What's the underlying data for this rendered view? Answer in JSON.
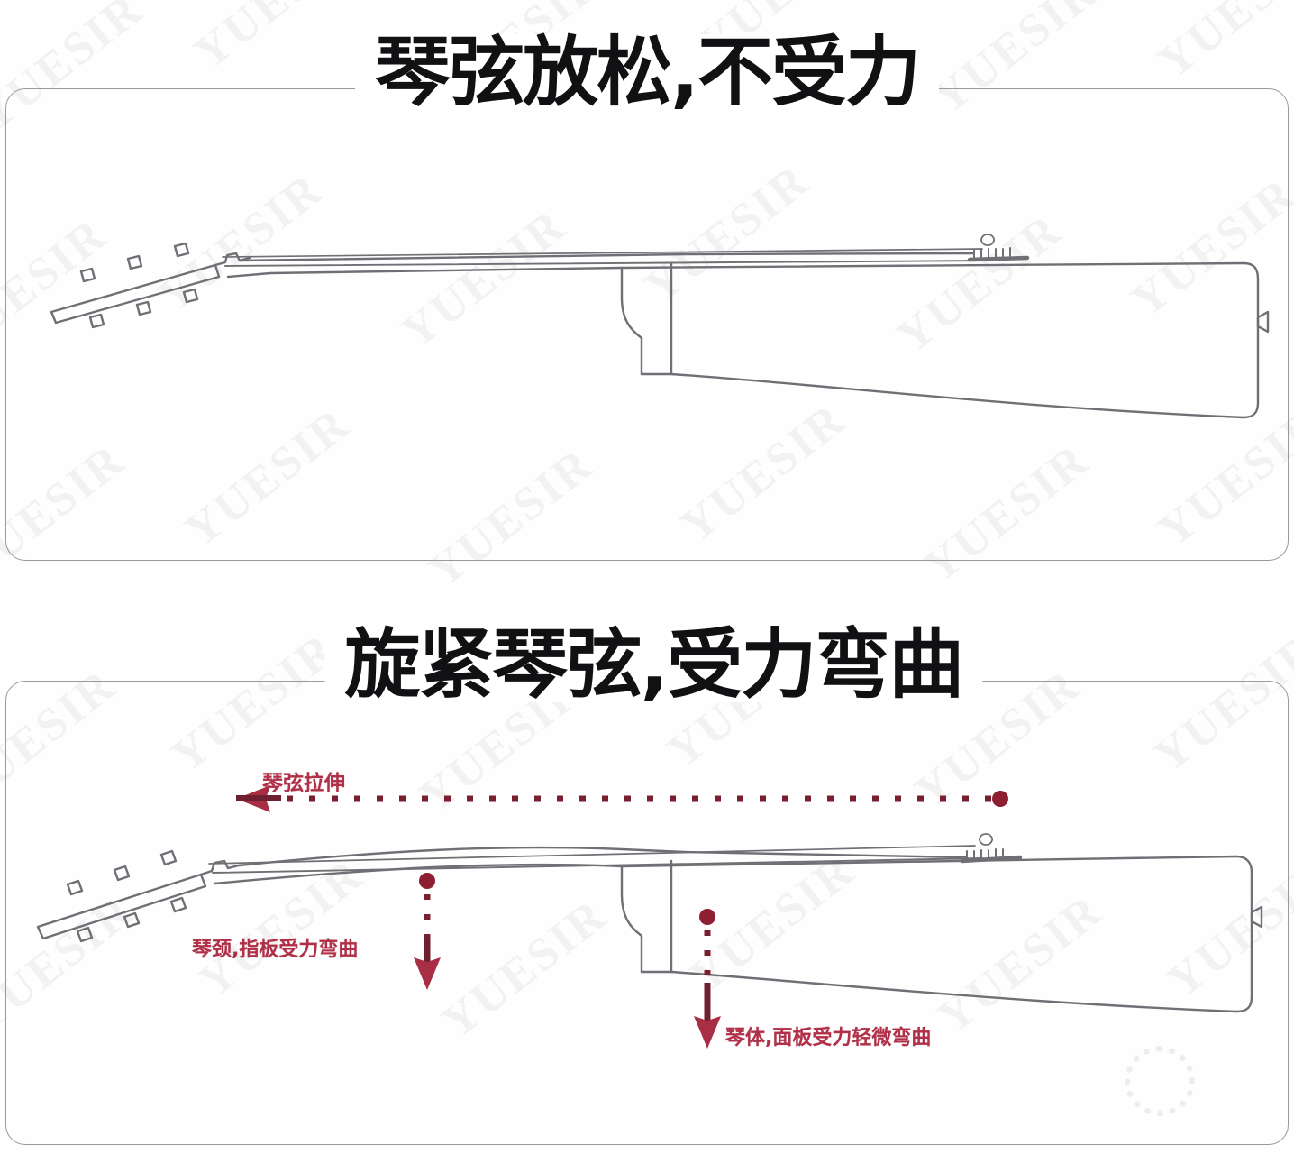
{
  "document": {
    "type": "instructional-diagram",
    "subject": "acoustic-guitar-string-tension",
    "background_color": "#ffffff",
    "line_color": "#6f7075",
    "panel_border_color": "#9a9a9e",
    "annotation_color": "#b03048",
    "title_color": "#111114"
  },
  "watermark": {
    "text": "YUESIR",
    "logo_label": "",
    "opacity_note": "very faint tiled diagonal repeat"
  },
  "panels": [
    {
      "id": "relaxed",
      "title": "琴弦放松,不受力",
      "annotations": [],
      "figure": {
        "name": "guitar-side-view-straight",
        "description": "Acoustic guitar side profile with straight neck, 6 tuning pegs, flat soundboard and level strings"
      }
    },
    {
      "id": "tensioned",
      "title": "旋紧琴弦,受力弯曲",
      "annotations": [
        {
          "id": "string-stretch",
          "label": "琴弦拉伸",
          "direction": "left",
          "marker": "dotted-horizontal-arrow"
        },
        {
          "id": "neck-bend",
          "label": "琴颈,指板受力弯曲",
          "direction": "down",
          "marker": "dotted-vertical-arrow"
        },
        {
          "id": "body-bend",
          "label": "琴体,面板受力轻微弯曲",
          "direction": "down",
          "marker": "dotted-vertical-arrow"
        }
      ],
      "figure": {
        "name": "guitar-side-view-bent",
        "description": "Acoustic guitar side profile with neck bowed upward under string tension and soundboard slightly deflected"
      }
    }
  ]
}
